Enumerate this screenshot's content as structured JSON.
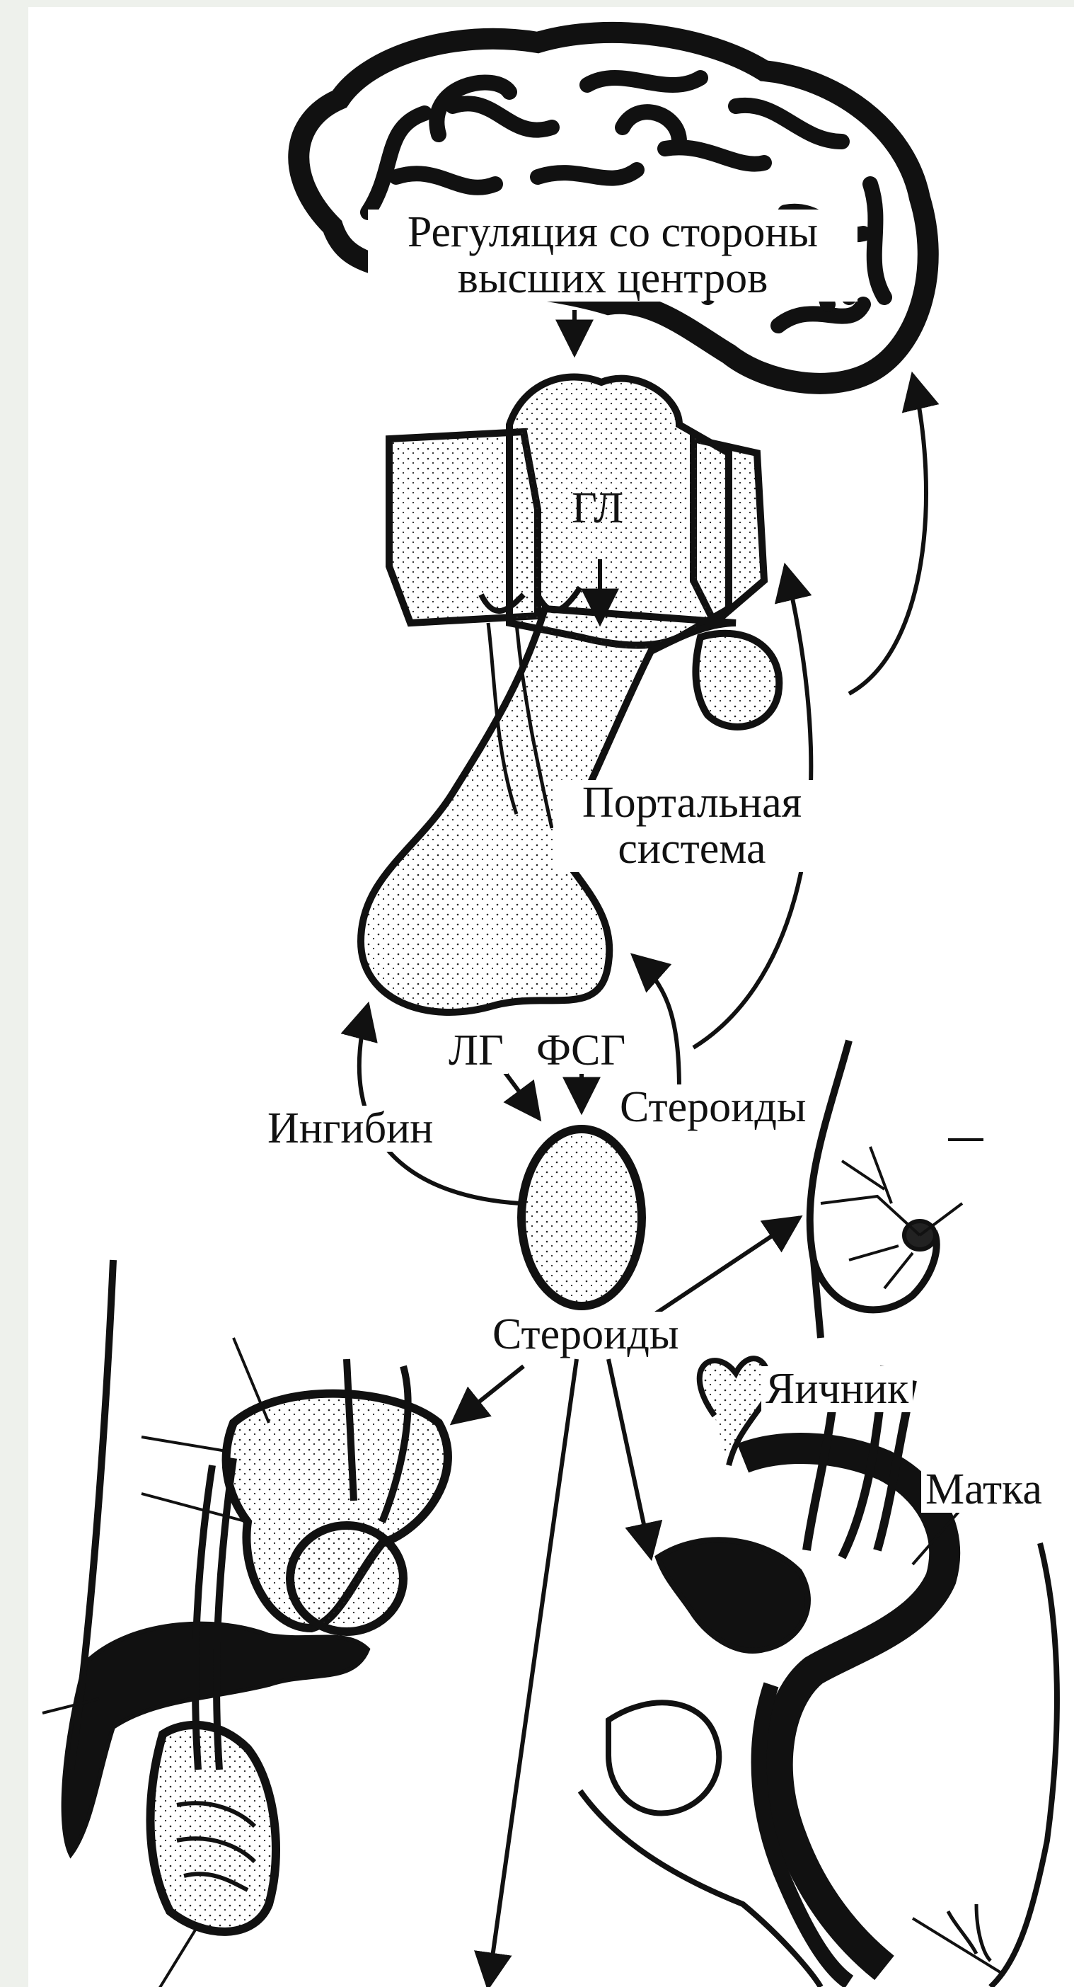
{
  "labels": {
    "higher_centers_line1": "Регуляция со стороны",
    "higher_centers_line2": "высших центров",
    "gl": "ГЛ",
    "portal_line1": "Портальная",
    "portal_line2": "система",
    "lg": "ЛГ",
    "fsg": "ФСГ",
    "inhibin": "Ингибин",
    "steroids_upper": "Стероиды",
    "steroids_lower": "Стероиды",
    "ovary": "Яичник",
    "uterus": "Матка"
  },
  "colors": {
    "background": "#eef1ec",
    "canvas": "#ffffff",
    "ink": "#111111"
  }
}
